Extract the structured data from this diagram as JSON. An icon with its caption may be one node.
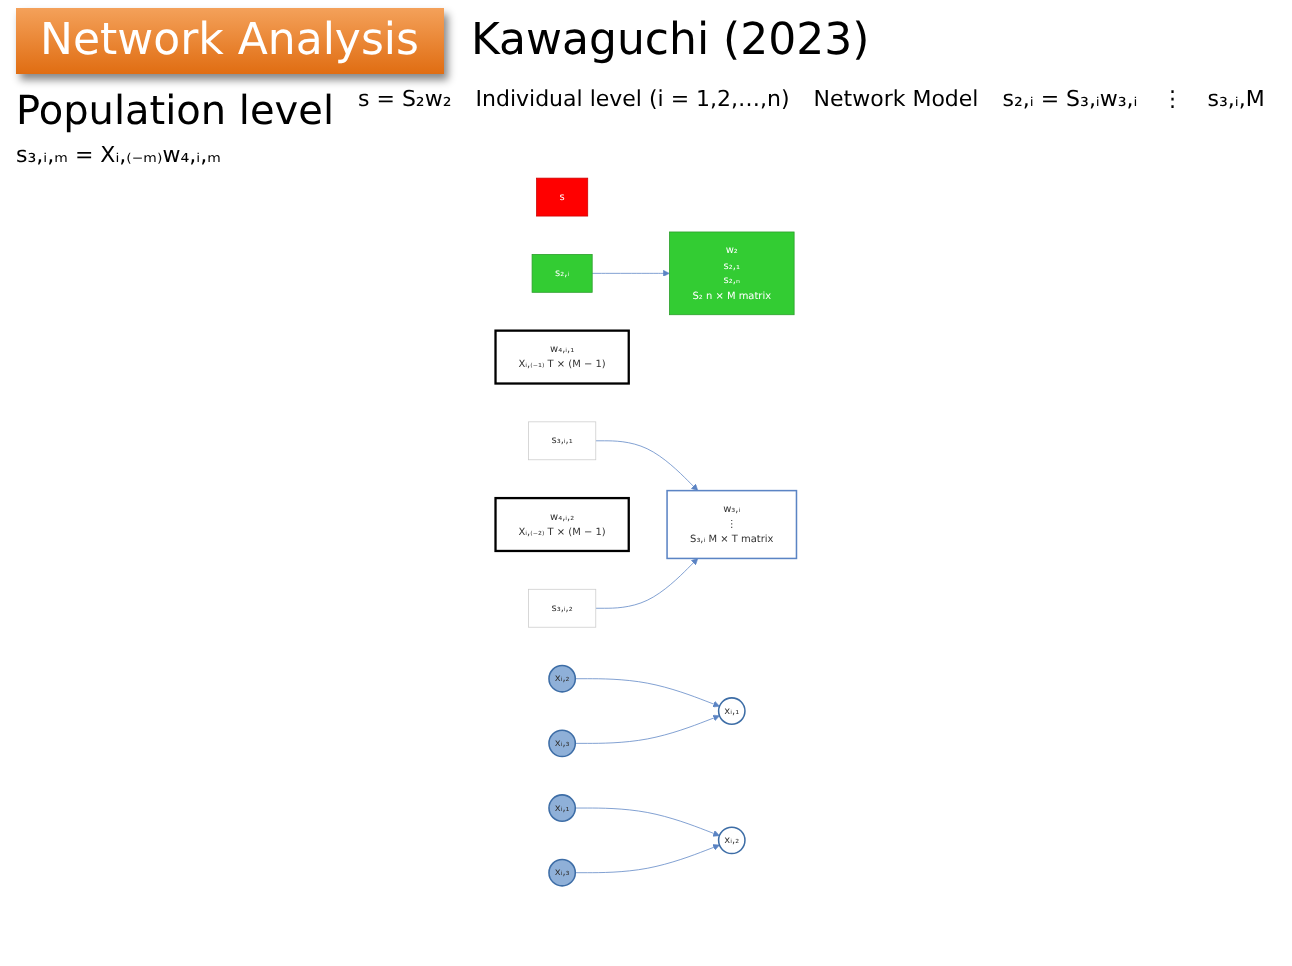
{
  "diagram": {
    "title": "Network Analysis",
    "nodes": [
      {
        "text": [
          "w₂",
          "s₂,₁",
          "s₂,ₙ",
          "S₂ n × M matrix"
        ]
      },
      {
        "text": [
          "s"
        ]
      },
      {
        "text": [
          "w₃,ᵢ",
          "⋮",
          "S₃,ᵢ M × T matrix"
        ]
      },
      {
        "text": [
          "s₂,ᵢ"
        ]
      },
      {
        "text": [
          "w₄,ᵢ,₁",
          "Xᵢ,₍₋₁₎ T × (M − 1)"
        ]
      },
      {
        "text": [
          "s₃,ᵢ,₁"
        ]
      },
      {
        "text": [
          "w₄,ᵢ,₂",
          "Xᵢ,₍₋₂₎ T × (M − 1)"
        ]
      },
      {
        "text": [
          "s₃,ᵢ,₂"
        ]
      },
      {
        "text": [
          "xᵢ,₁"
        ]
      },
      {
        "text": [
          "xᵢ,₂"
        ]
      },
      {
        "text": [
          "xᵢ,₃"
        ]
      },
      {
        "text": [
          "xᵢ,₁"
        ]
      },
      {
        "text": [
          "xᵢ,₂"
        ]
      },
      {
        "text": [
          "xᵢ,₃"
        ]
      }
    ],
    "edges": [
      {
        "from": 9,
        "to": 8,
        "arrow": "to"
      },
      {
        "from": 10,
        "to": 8,
        "arrow": "to"
      },
      {
        "from": 11,
        "to": 12,
        "arrow": "to"
      },
      {
        "from": 13,
        "to": 12,
        "arrow": "to"
      },
      {
        "from": 5,
        "to": 2,
        "arrow": "to"
      },
      {
        "from": 7,
        "to": 2,
        "arrow": "to"
      },
      {
        "from": 3,
        "to": 0,
        "arrow": "to"
      }
    ],
    "labels": [
      "Kawaguchi (2023)",
      "Population level",
      "s = S₂w₂",
      "Individual level (i = 1,2,…,n)",
      "Network Model",
      "s₂,ᵢ = S₃,ᵢw₃,ᵢ",
      "⋮",
      "s₃,ᵢ,M",
      "s₃,ᵢ,ₘ = Xᵢ,₍₋ₘ₎w₄,ᵢ,ₘ"
    ]
  }
}
